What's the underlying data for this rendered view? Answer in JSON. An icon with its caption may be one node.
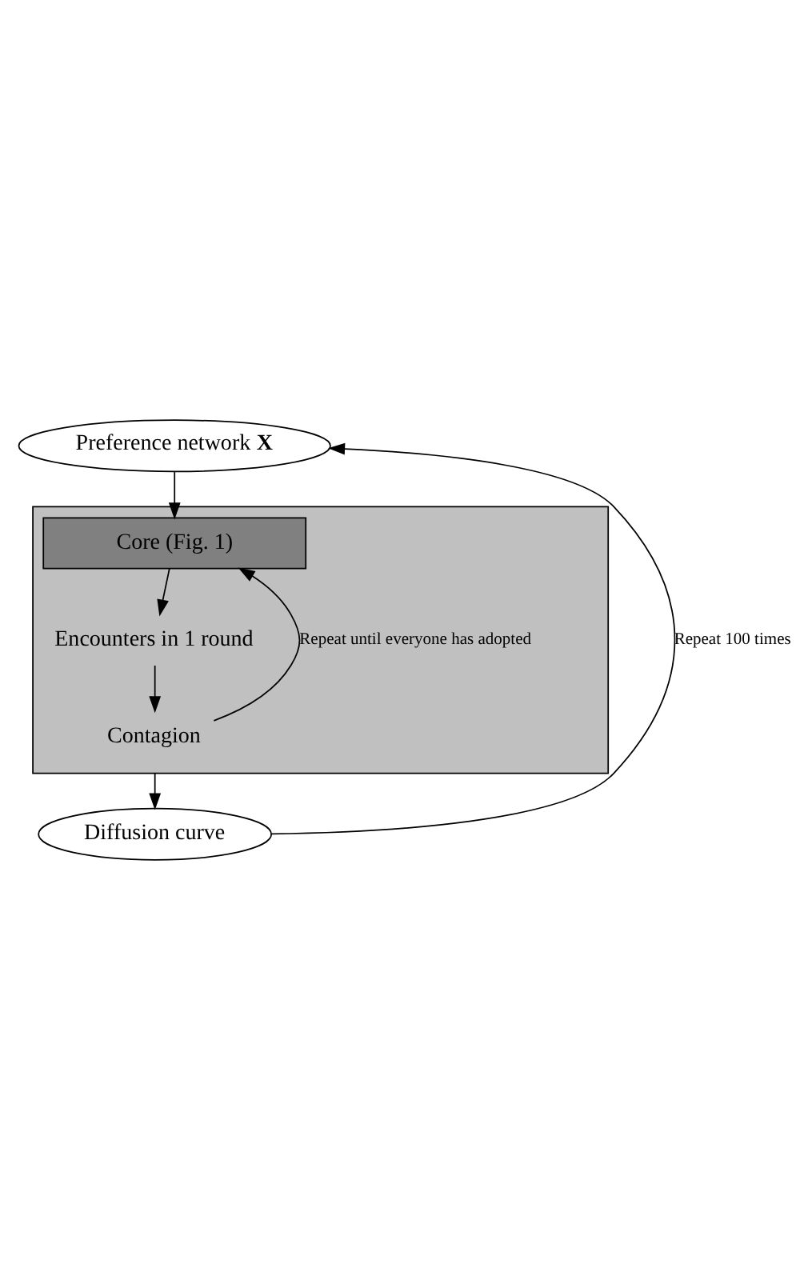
{
  "diagram": {
    "nodes": [
      {
        "text": [
          "Preference network **X**"
        ]
      },
      {
        "text": [],
        "shape": "box"
      },
      {
        "text": [
          "Core (Fig. 1)"
        ],
        "in": 1
      },
      {
        "text": [
          "Encounters in 1 round"
        ],
        "in": 1
      },
      {
        "text": [
          "Contagion"
        ],
        "in": 1
      },
      {
        "text": [
          "Diffusion curve"
        ]
      }
    ],
    "edges": [
      {
        "from": 0,
        "to": 2,
        "arrow": "to"
      },
      {
        "from": 2,
        "to": 3,
        "arrow": "to"
      },
      {
        "from": 3,
        "to": 4,
        "arrow": "to"
      },
      {
        "from": 4,
        "to": 2,
        "arrow": "to",
        "label": "Repeat until everyone has adopted"
      },
      {
        "from": 1,
        "to": 5,
        "arrow": "to"
      },
      {
        "from": 5,
        "to": 0,
        "arrow": "to",
        "label": "Repeat 100 times"
      }
    ]
  }
}
